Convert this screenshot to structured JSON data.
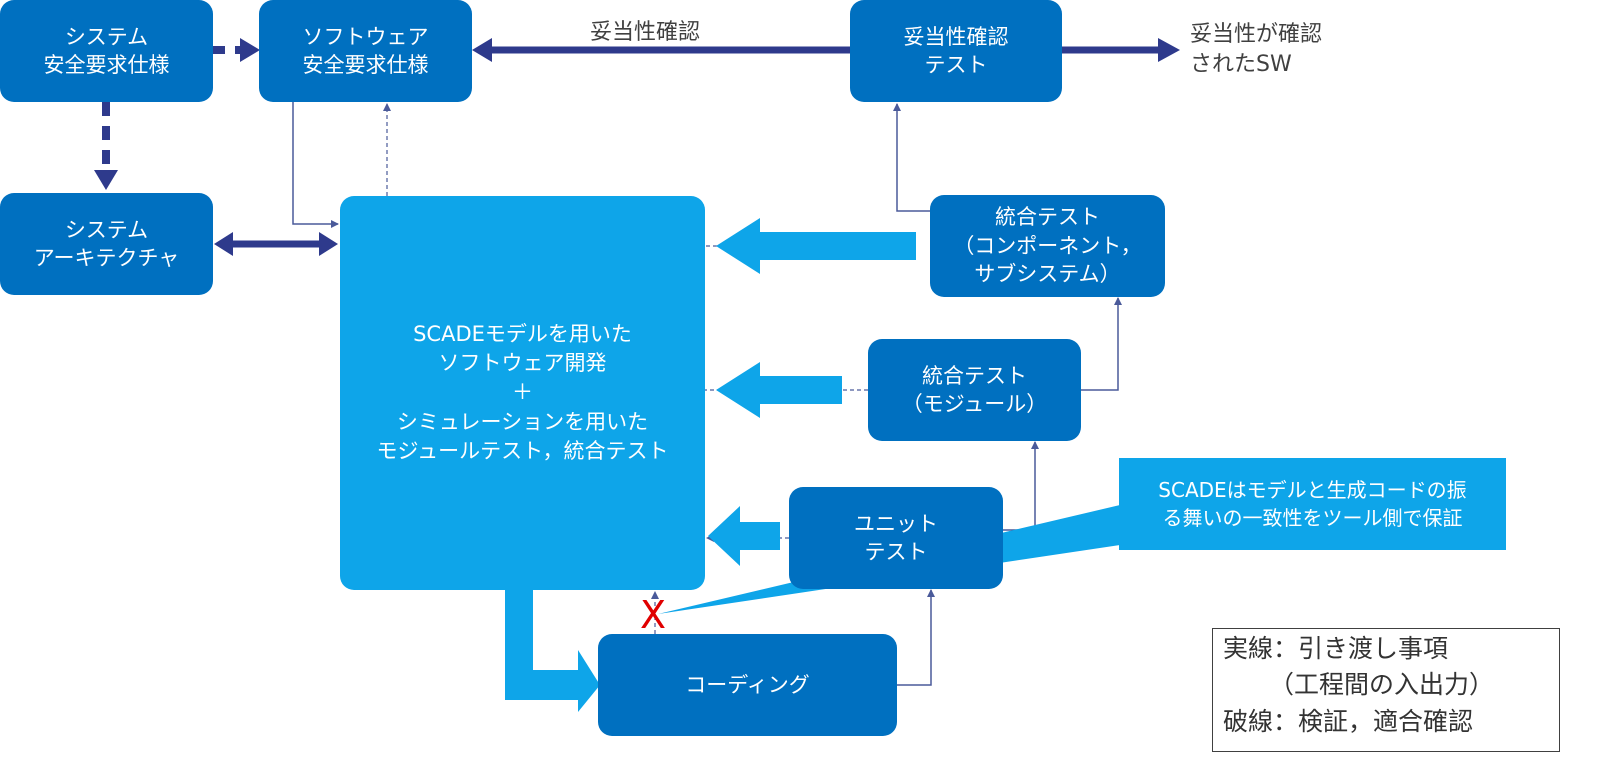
{
  "nodes": {
    "system_safety_req": "システム\n安全要求仕様",
    "software_safety_req": "ソフトウェア\n安全要求仕様",
    "validation_test": "妥当性確認\nテスト",
    "system_architecture": "システム\nアーキテクチャ",
    "scade_development": "SCADEモデルを用いた\nソフトウェア開発\n＋\nシミュレーションを用いた\nモジュールテスト，統合テスト",
    "integration_test_component": "統合テスト\n（コンポーネント，\nサブシステム）",
    "integration_test_module": "統合テスト\n（モジュール）",
    "unit_test": "ユニット\nテスト",
    "coding": "コーディング"
  },
  "labels": {
    "validation": "妥当性確認",
    "validated_sw": "妥当性が確認\nされたSW"
  },
  "callout": "SCADEはモデルと生成コードの振\nる舞いの一致性をツール側で保証",
  "cross_mark": "X",
  "legend": {
    "line1": "実線：引き渡し事項",
    "line2": "（工程間の入出力）",
    "line3": "破線：検証，適合確認"
  },
  "colors": {
    "dark_box": "#0070c0",
    "light_box": "#0ea5e9",
    "navy_arrow": "#2e3a8c",
    "thin_line": "#4a5a9a",
    "cross": "#e00000"
  }
}
